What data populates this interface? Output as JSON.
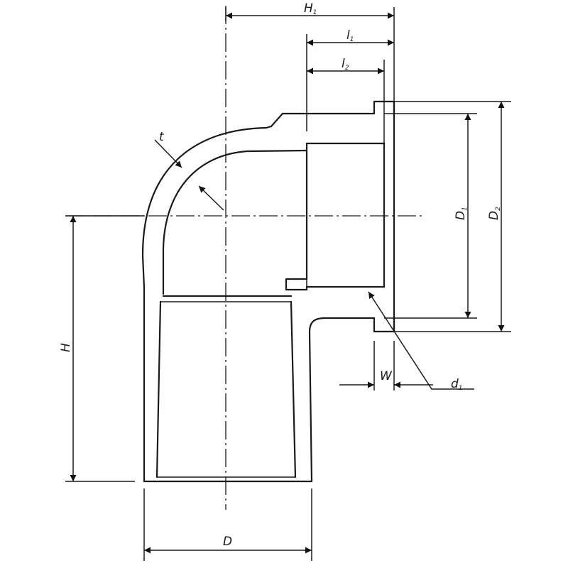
{
  "diagram": {
    "dimensions": {
      "H1": {
        "symbol": "H",
        "subscript": "1"
      },
      "l1": {
        "symbol": "l",
        "subscript": "1"
      },
      "l2": {
        "symbol": "l",
        "subscript": "2"
      },
      "t": {
        "symbol": "t",
        "subscript": ""
      },
      "D1": {
        "symbol": "D",
        "subscript": "1"
      },
      "D2": {
        "symbol": "D",
        "subscript": "2"
      },
      "H": {
        "symbol": "H",
        "subscript": ""
      },
      "W": {
        "symbol": "W",
        "subscript": ""
      },
      "d1": {
        "symbol": "d",
        "subscript": "1"
      },
      "D": {
        "symbol": "D",
        "subscript": ""
      }
    },
    "colors": {
      "line": "#1a1a1a",
      "background": "#ffffff"
    }
  }
}
